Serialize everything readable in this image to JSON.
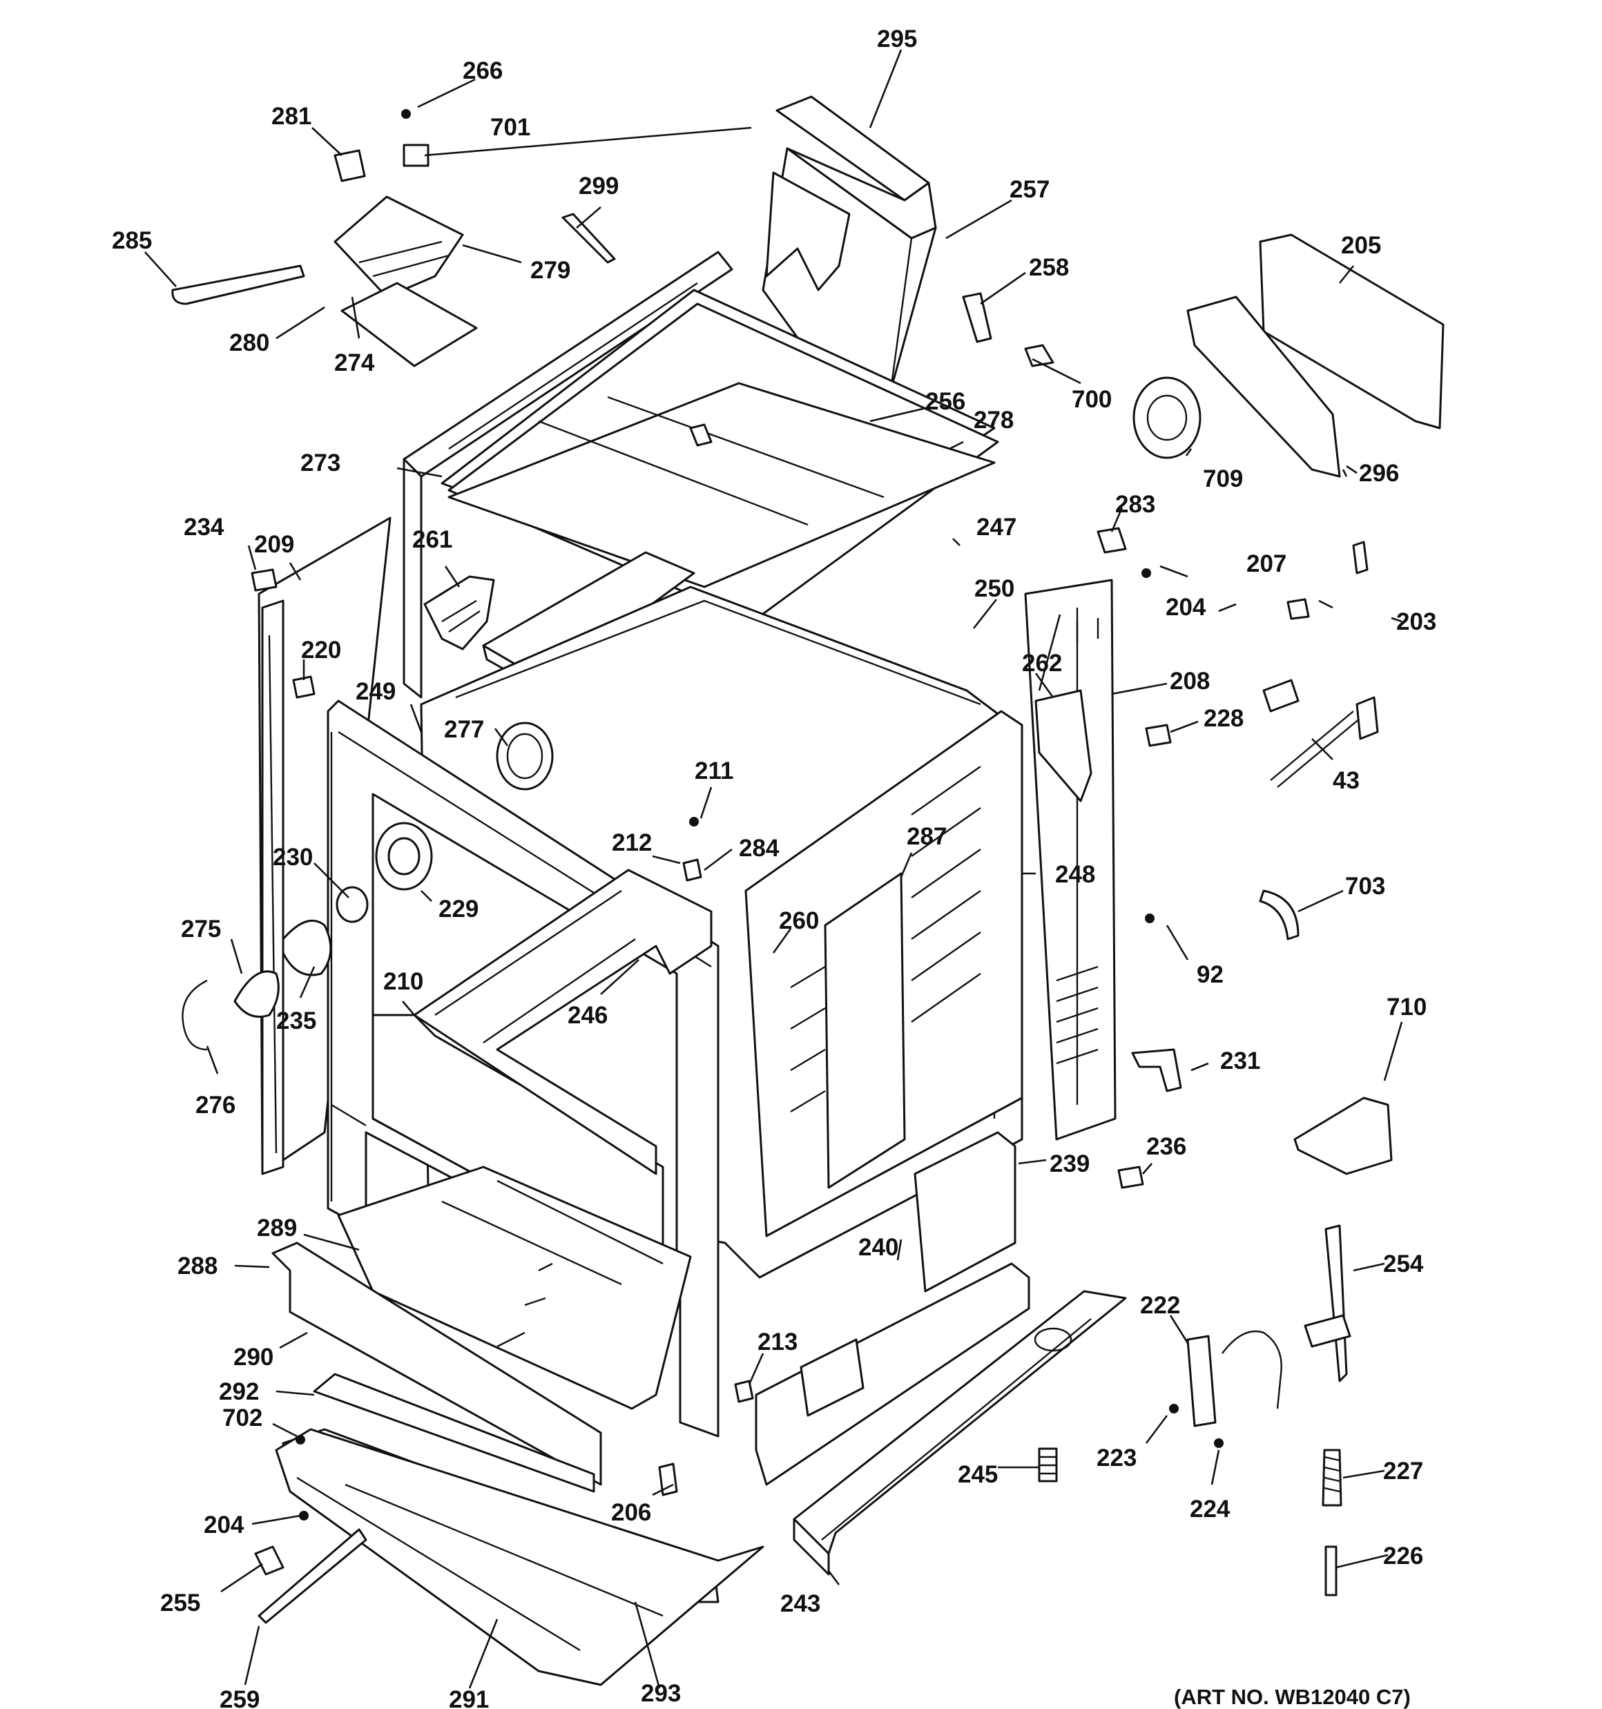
{
  "diagram": {
    "art_number": "(ART NO. WB12040 C7)",
    "callouts": [
      {
        "id": "c295",
        "label": "295"
      },
      {
        "id": "c266",
        "label": "266"
      },
      {
        "id": "c701",
        "label": "701"
      },
      {
        "id": "c281",
        "label": "281"
      },
      {
        "id": "c299",
        "label": "299"
      },
      {
        "id": "c257",
        "label": "257"
      },
      {
        "id": "c285",
        "label": "285"
      },
      {
        "id": "c279",
        "label": "279"
      },
      {
        "id": "c258",
        "label": "258"
      },
      {
        "id": "c205",
        "label": "205"
      },
      {
        "id": "c280",
        "label": "280"
      },
      {
        "id": "c274",
        "label": "274"
      },
      {
        "id": "c700",
        "label": "700"
      },
      {
        "id": "c256",
        "label": "256"
      },
      {
        "id": "c278",
        "label": "278"
      },
      {
        "id": "c273",
        "label": "273"
      },
      {
        "id": "c709",
        "label": "709"
      },
      {
        "id": "c296",
        "label": "296"
      },
      {
        "id": "c283",
        "label": "283"
      },
      {
        "id": "c234",
        "label": "234"
      },
      {
        "id": "c209",
        "label": "209"
      },
      {
        "id": "c247",
        "label": "247"
      },
      {
        "id": "c261",
        "label": "261"
      },
      {
        "id": "c207",
        "label": "207"
      },
      {
        "id": "c204a",
        "label": "204"
      },
      {
        "id": "c250",
        "label": "250"
      },
      {
        "id": "c203",
        "label": "203"
      },
      {
        "id": "c220",
        "label": "220"
      },
      {
        "id": "c262",
        "label": "262"
      },
      {
        "id": "c208",
        "label": "208"
      },
      {
        "id": "c249",
        "label": "249"
      },
      {
        "id": "c228",
        "label": "228"
      },
      {
        "id": "c277",
        "label": "277"
      },
      {
        "id": "c43",
        "label": "43"
      },
      {
        "id": "c211",
        "label": "211"
      },
      {
        "id": "c287",
        "label": "287"
      },
      {
        "id": "c212",
        "label": "212"
      },
      {
        "id": "c284",
        "label": "284"
      },
      {
        "id": "c230",
        "label": "230"
      },
      {
        "id": "c248",
        "label": "248"
      },
      {
        "id": "c703",
        "label": "703"
      },
      {
        "id": "c229",
        "label": "229"
      },
      {
        "id": "c260",
        "label": "260"
      },
      {
        "id": "c275",
        "label": "275"
      },
      {
        "id": "c92",
        "label": "92"
      },
      {
        "id": "c210",
        "label": "210"
      },
      {
        "id": "c235",
        "label": "235"
      },
      {
        "id": "c246",
        "label": "246"
      },
      {
        "id": "c710",
        "label": "710"
      },
      {
        "id": "c231",
        "label": "231"
      },
      {
        "id": "c276",
        "label": "276"
      },
      {
        "id": "c236",
        "label": "236"
      },
      {
        "id": "c239",
        "label": "239"
      },
      {
        "id": "c289",
        "label": "289"
      },
      {
        "id": "c240",
        "label": "240"
      },
      {
        "id": "c288",
        "label": "288"
      },
      {
        "id": "c254",
        "label": "254"
      },
      {
        "id": "c222",
        "label": "222"
      },
      {
        "id": "c213",
        "label": "213"
      },
      {
        "id": "c290",
        "label": "290"
      },
      {
        "id": "c292",
        "label": "292"
      },
      {
        "id": "c702",
        "label": "702"
      },
      {
        "id": "c223",
        "label": "223"
      },
      {
        "id": "c227",
        "label": "227"
      },
      {
        "id": "c245",
        "label": "245"
      },
      {
        "id": "c206",
        "label": "206"
      },
      {
        "id": "c224",
        "label": "224"
      },
      {
        "id": "c204b",
        "label": "204"
      },
      {
        "id": "c226",
        "label": "226"
      },
      {
        "id": "c255",
        "label": "255"
      },
      {
        "id": "c243",
        "label": "243"
      },
      {
        "id": "c259",
        "label": "259"
      },
      {
        "id": "c291",
        "label": "291"
      },
      {
        "id": "c293",
        "label": "293"
      }
    ]
  }
}
